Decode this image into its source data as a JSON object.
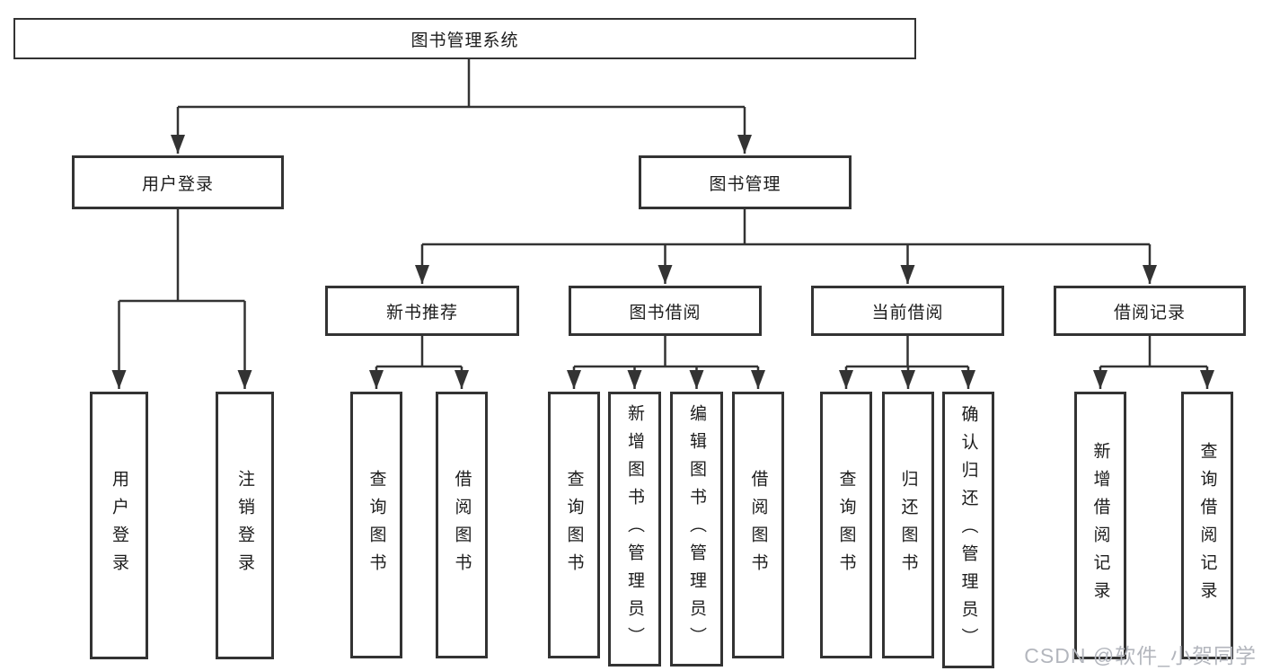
{
  "nodes": {
    "root": {
      "label": "图书管理系统"
    },
    "user_login": {
      "label": "用户登录",
      "children": [
        {
          "label": "用户登录"
        },
        {
          "label": "注销登录"
        }
      ]
    },
    "book_mgmt": {
      "label": "图书管理",
      "children": [
        {
          "label": "新书推荐",
          "children": [
            {
              "label": "查询图书"
            },
            {
              "label": "借阅图书"
            }
          ]
        },
        {
          "label": "图书借阅",
          "children": [
            {
              "label": "查询图书"
            },
            {
              "label": "新增图书（管理员）"
            },
            {
              "label": "编辑图书（管理员）"
            },
            {
              "label": "借阅图书"
            }
          ]
        },
        {
          "label": "当前借阅",
          "children": [
            {
              "label": "查询图书"
            },
            {
              "label": "归还图书"
            },
            {
              "label": "确认归还（管理员）"
            }
          ]
        },
        {
          "label": "借阅记录",
          "children": [
            {
              "label": "新增借阅记录"
            },
            {
              "label": "查询借阅记录"
            }
          ]
        }
      ]
    }
  },
  "watermark": {
    "text": "CSDN @软件_小贺同学"
  },
  "colors": {
    "line": "#333333",
    "text": "#1c1c1c",
    "watermark": "#b3b6bd",
    "background": "#ffffff"
  }
}
